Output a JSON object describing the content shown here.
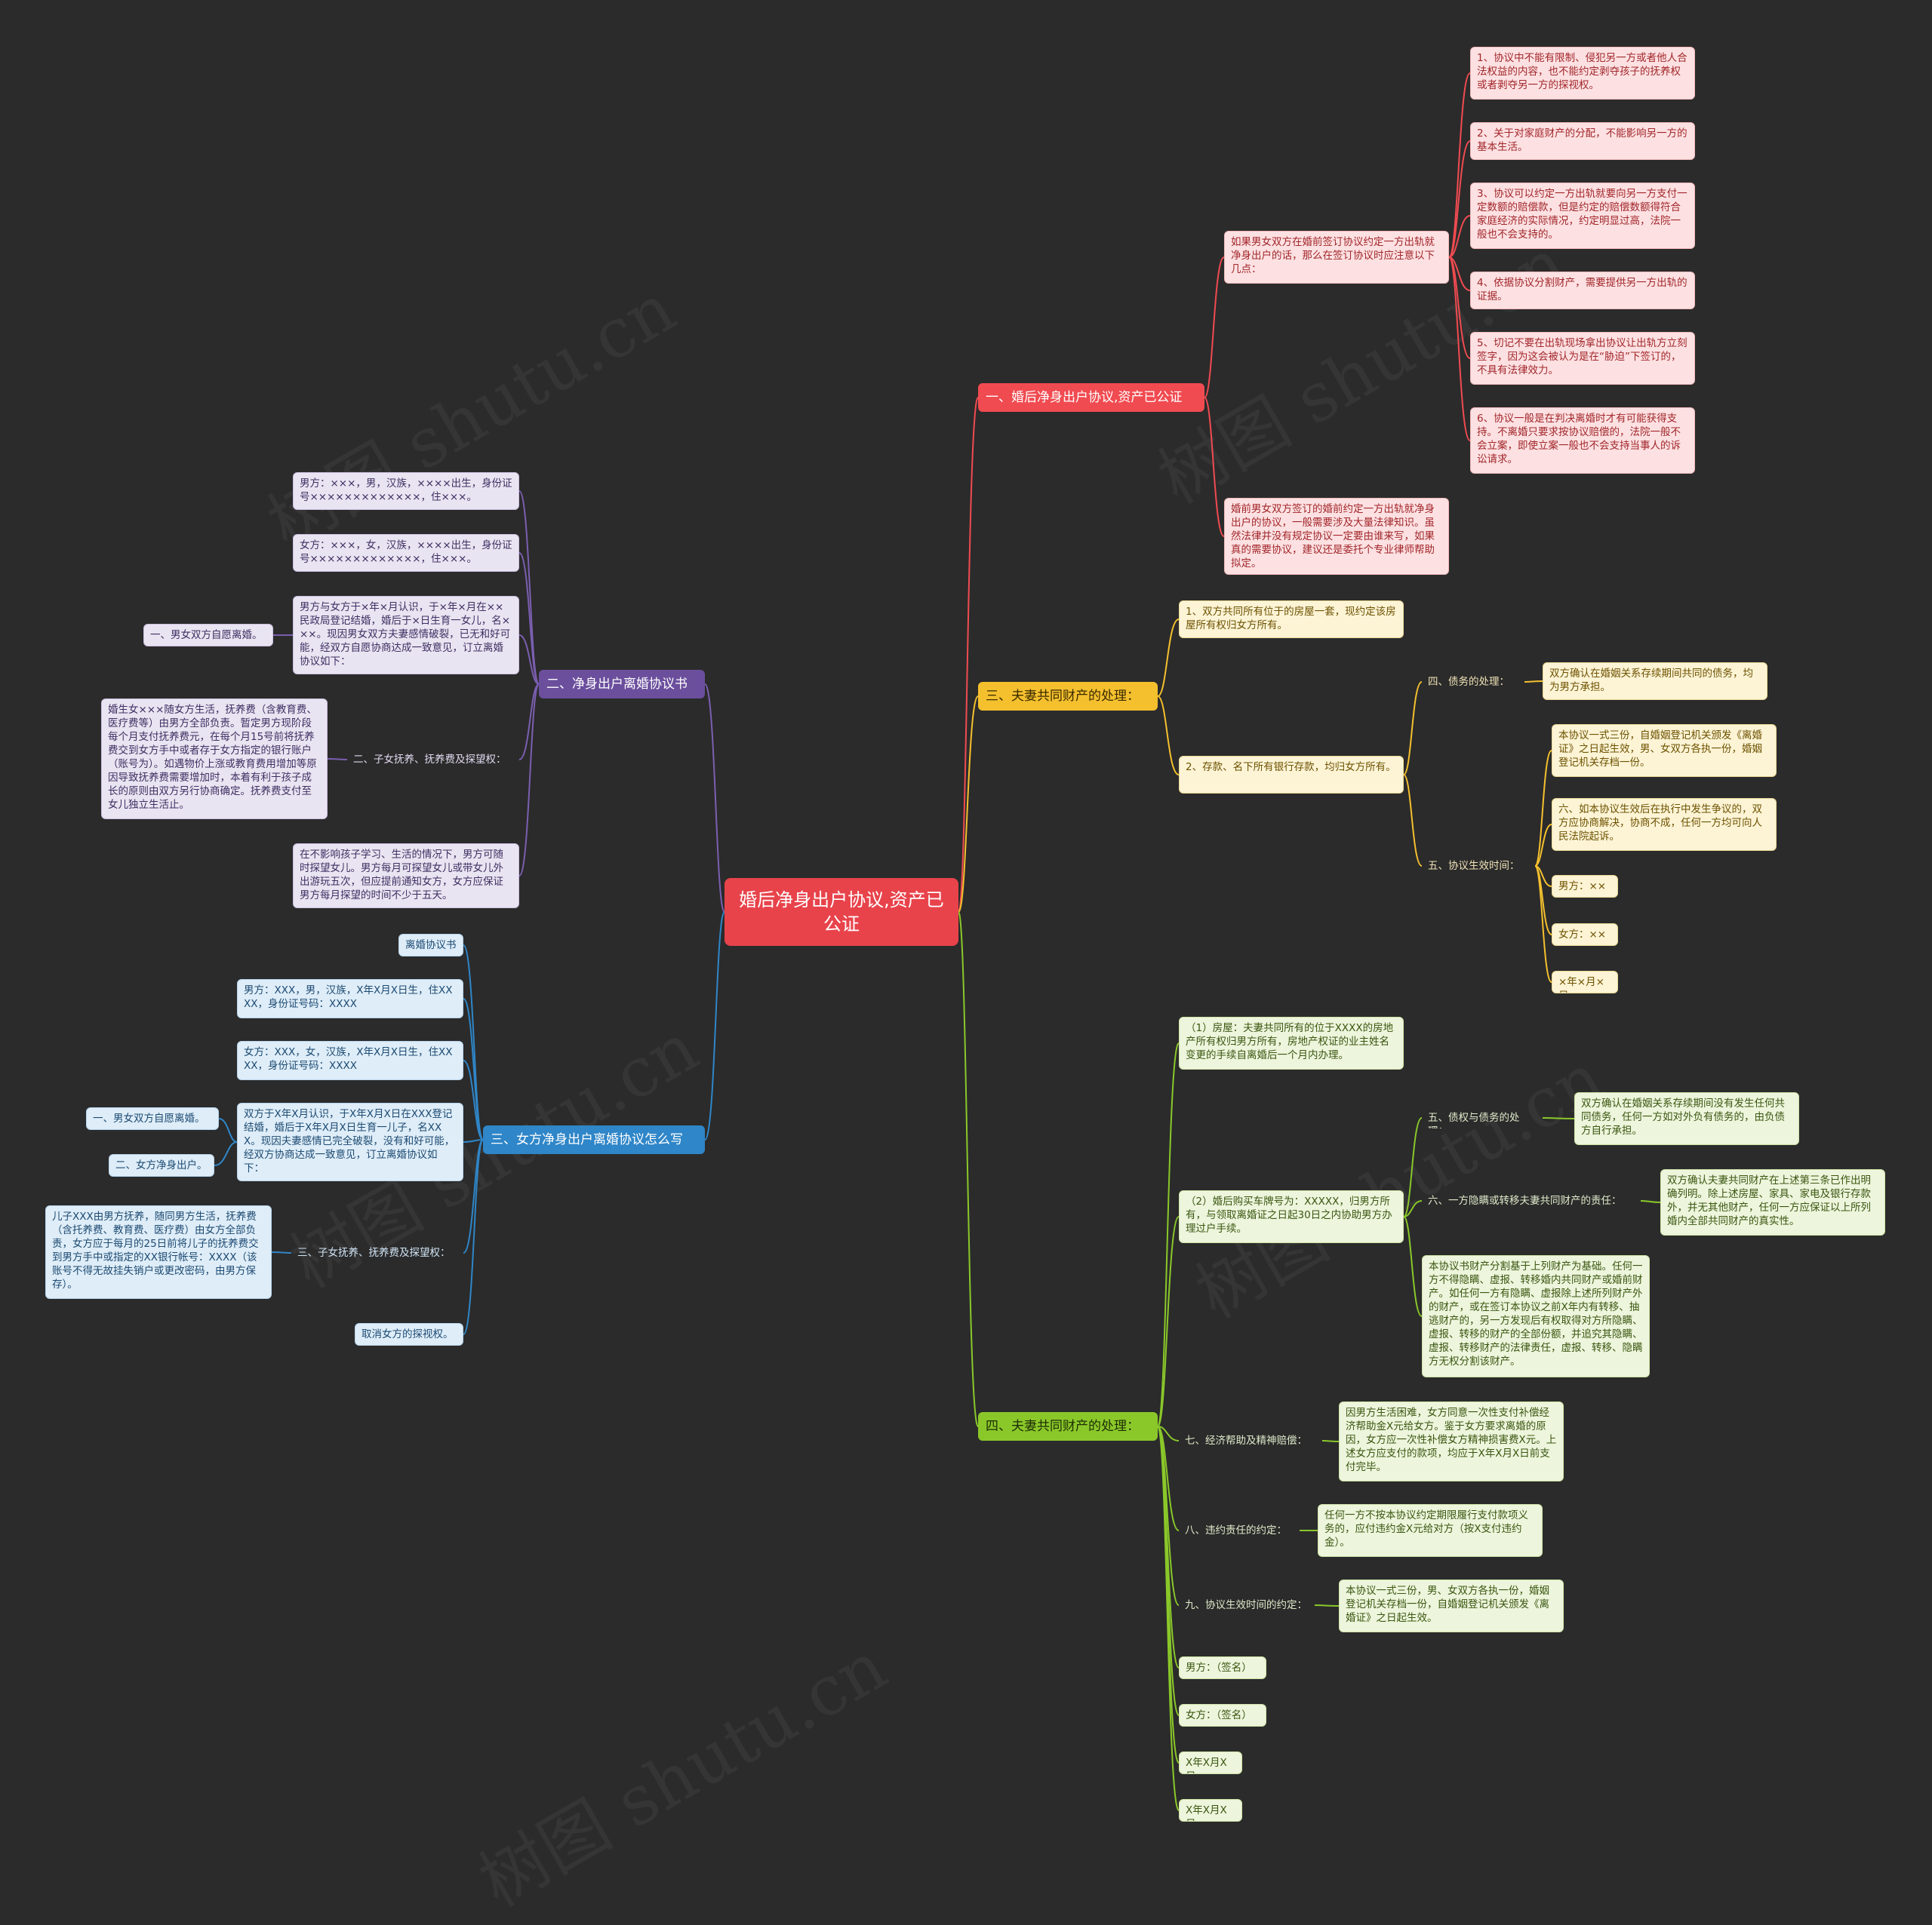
{
  "watermark": "树图 shutu.cn",
  "root": "婚后净身出户协议,资产已公证",
  "b1": {
    "title": "一、婚后净身出户协议,资产已公证",
    "intro": "如果男女双方在婚前签订协议约定一方出轨就净身出户的话，那么在签订协议时应注意以下几点：",
    "points": [
      "1、协议中不能有限制、侵犯另一方或者他人合法权益的内容，也不能约定剥夺孩子的抚养权或者剥夺另一方的探视权。",
      "2、关于对家庭财产的分配，不能影响另一方的基本生活。",
      "3、协议可以约定一方出轨就要向另一方支付一定数额的赔偿款，但是约定的赔偿数额得符合家庭经济的实际情况，约定明显过高，法院一般也不会支持的。",
      "4、依据协议分割财产，需要提供另一方出轨的证据。",
      "5、切记不要在出轨现场拿出协议让出轨方立刻签字，因为这会被认为是在“胁迫”下签订的，不具有法律效力。",
      "6、协议一般是在判决离婚时才有可能获得支持。不离婚只要求按协议赔偿的，法院一般不会立案，即使立案一般也不会支持当事人的诉讼请求。"
    ],
    "note": "婚前男女双方签订的婚前约定一方出轨就净身出户的协议，一般需要涉及大量法律知识。虽然法律并没有规定协议一定要由谁来写，如果真的需要协议，建议还是委托个专业律师帮助拟定。"
  },
  "b3": {
    "title": "三、夫妻共同财产的处理：",
    "item1": "1、双方共同所有位于的房屋一套，现约定该房屋所有权归女方所有。",
    "item2": "2、存款、名下所有银行存款，均归女方所有。",
    "debt_label": "四、债务的处理：",
    "debt_text": "双方确认在婚姻关系存续期间共同的债务，均为男方承担。",
    "eff_label": "五、协议生效时间：",
    "eff": [
      "本协议一式三份，自婚姻登记机关颁发《离婚证》之日起生效，男、女双方各执一份，婚姻登记机关存档一份。",
      "六、如本协议生效后在执行中发生争议的，双方应协商解决，协商不成，任何一方均可向人民法院起诉。",
      "男方：×××",
      "女方：×××",
      "×年×月×日"
    ]
  },
  "b4": {
    "title": "四、夫妻共同财产的处理：",
    "house": "（1）房屋：夫妻共同所有的位于XXXX的房地产所有权归男方所有，房地产权证的业主姓名变更的手续自离婚后一个月内办理。",
    "car": "（2）婚后购买车牌号为：XXXXX，归男方所有，与领取离婚证之日起30日之内协助男方办理过户手续。",
    "c5_label": "五、债权与债务的处理：",
    "c5_text": "双方确认在婚姻关系存续期间没有发生任何共同债务，任何一方如对外负有债务的，由负债方自行承担。",
    "c6_label": "六、一方隐瞒或转移夫妻共同财产的责任：",
    "c6_text": "双方确认夫妻共同财产在上述第三条已作出明确列明。除上述房屋、家具、家电及银行存款外，并无其他财产，任何一方应保证以上所列婚内全部共同财产的真实性。",
    "c6_text2": "本协议书财产分割基于上列财产为基础。任何一方不得隐瞒、虚报、转移婚内共同财产或婚前财产。如任何一方有隐瞒、虚报除上述所列财产外的财产，或在签订本协议之前X年内有转移、抽逃财产的，另一方发现后有权取得对方所隐瞒、虚报、转移的财产的全部份额，并追究其隐瞒、虚报、转移财产的法律责任，虚报、转移、隐瞒方无权分割该财产。",
    "c7_label": "七、经济帮助及精神赔偿：",
    "c7_text": "因男方生活困难，女方同意一次性支付补偿经济帮助金X元给女方。鉴于女方要求离婚的原因，女方应一次性补偿女方精神损害费X元。上述女方应支付的款项，均应于X年X月X日前支付完毕。",
    "c8_label": "八、违约责任的约定：",
    "c8_text": "任何一方不按本协议约定期限履行支付款项义务的，应付违约金X元给对方（按X支付违约金）。",
    "c9_label": "九、协议生效时间的约定：",
    "c9_text": "本协议一式三份，男、女双方各执一份，婚姻登记机关存档一份，自婚姻登记机关颁发《离婚证》之日起生效。",
    "sign1": "男方：（签名）",
    "sign2": "女方：（签名）",
    "date1": "X年X月X日",
    "date2": "X年X月X日"
  },
  "b2": {
    "title": "二、净身出户离婚协议书",
    "man": "男方：×××，男，汉族，××××出生，身份证号×××××××××××××，住×××。",
    "woman": "女方：×××，女，汉族，××××出生，身份证号×××××××××××××，住×××。",
    "intro": "男方与女方于×年×月认识，于×年×月在××民政局登记结婚，婚后于×日生育一女儿，名×××。现因男女双方夫妻感情破裂，已无和好可能，经双方自愿协商达成一致意见，订立离婚协议如下：",
    "intro_child": "一、男女双方自愿离婚。",
    "support_label": "二、子女抚养、抚养费及探望权：",
    "support_text": "婚生女×××随女方生活，抚养费（含教育费、医疗费等）由男方全部负责。暂定男方现阶段每个月支付抚养费元，在每个月15号前将抚养费交到女方手中或者存于女方指定的银行账户（账号为）。如遇物价上涨或教育费用增加等原因导致抚养费需要增加时，本着有利于孩子成长的原则由双方另行协商确定。抚养费支付至女儿独立生活止。",
    "visit": "在不影响孩子学习、生活的情况下，男方可随时探望女儿。男方每月可探望女儿或带女儿外出游玩五次，但应提前通知女方，女方应保证男方每月探望的时间不少于五天。"
  },
  "b5": {
    "title": "三、女方净身出户离婚协议怎么写",
    "doc": "离婚协议书",
    "man": "男方：XXX，男，汉族，X年X月X日生，住XXXX，身份证号码：XXXX",
    "woman": "女方：XXX，女，汉族，X年X月X日生，住XXXX，身份证号码：XXXX",
    "intro": "双方于X年X月认识，于X年X月X日在XXX登记结婚，婚后于X年X月X日生育一儿子，名XXX。现因夫妻感情已完全破裂，没有和好可能，经双方协商达成一致意见，订立离婚协议如下：",
    "c1": "一、男女双方自愿离婚。",
    "c2": "二、女方净身出户。",
    "support_label": "三、子女抚养、抚养费及探望权：",
    "support_text": "儿子XXX由男方抚养，随同男方生活，抚养费（含托养费、教育费、医疗费）由女方全部负责，女方应于每月的25日前将儿子的抚养费交到男方手中或指定的XX银行帐号：XXXX（该账号不得无故挂失销户或更改密码，由男方保存）。",
    "cancel": "取消女方的探视权。"
  }
}
